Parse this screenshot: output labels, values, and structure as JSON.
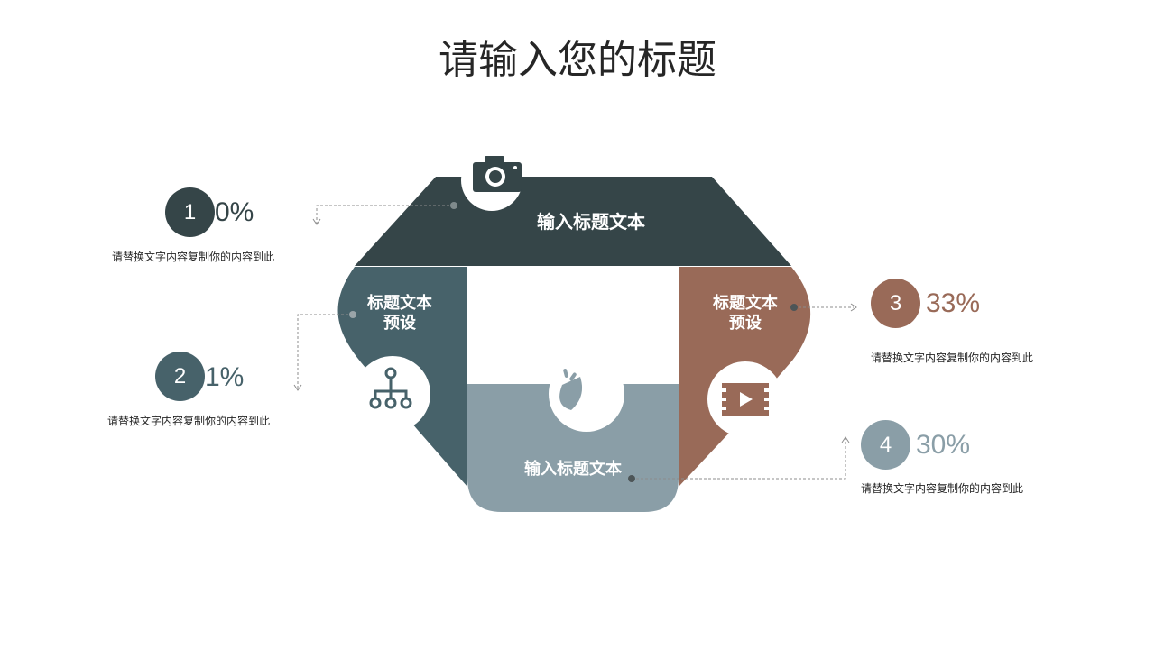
{
  "title": "请输入您的标题",
  "colors": {
    "dark": "#354548",
    "teal": "#47626a",
    "grey": "#8a9ea7",
    "brown": "#996a58"
  },
  "segments": [
    {
      "label": "输入标题文本",
      "icon": "camera-icon"
    },
    {
      "label_line1": "标题文本",
      "label_line2": "预设",
      "icon": "hierarchy-icon"
    },
    {
      "label": "输入标题文本",
      "icon": "speaker-icon"
    },
    {
      "label_line1": "标题文本",
      "label_line2": "预设",
      "icon": "video-icon"
    }
  ],
  "items": [
    {
      "number": "1",
      "percent": "0%",
      "text": "请替换文字内容复制你的内容到此"
    },
    {
      "number": "2",
      "percent": "1%",
      "text": "请替换文字内容复制你的内容到此"
    },
    {
      "number": "3",
      "percent": "33%",
      "text": "请替换文字内容复制你的内容到此"
    },
    {
      "number": "4",
      "percent": "30%",
      "text": "请替换文字内容复制你的内容到此"
    }
  ]
}
